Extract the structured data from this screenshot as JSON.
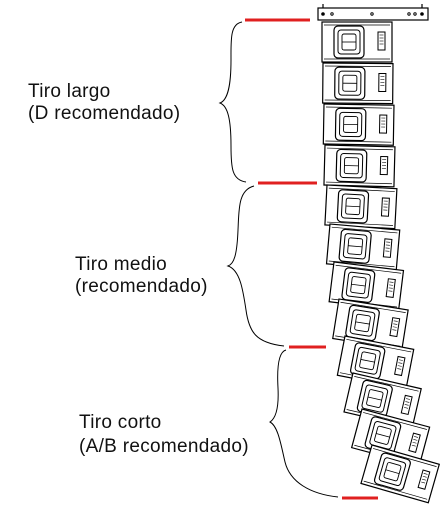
{
  "sections": [
    {
      "line1": "Tiro largo",
      "line2": "(D recomendado)"
    },
    {
      "line1": "Tiro medio",
      "line2": "(recomendado)"
    },
    {
      "line1": "Tiro corto",
      "line2": "(A/B recomendado)"
    }
  ],
  "speaker_count": 12,
  "colors": {
    "divider": "#e02020",
    "stroke": "#000000",
    "text": "#111111"
  }
}
